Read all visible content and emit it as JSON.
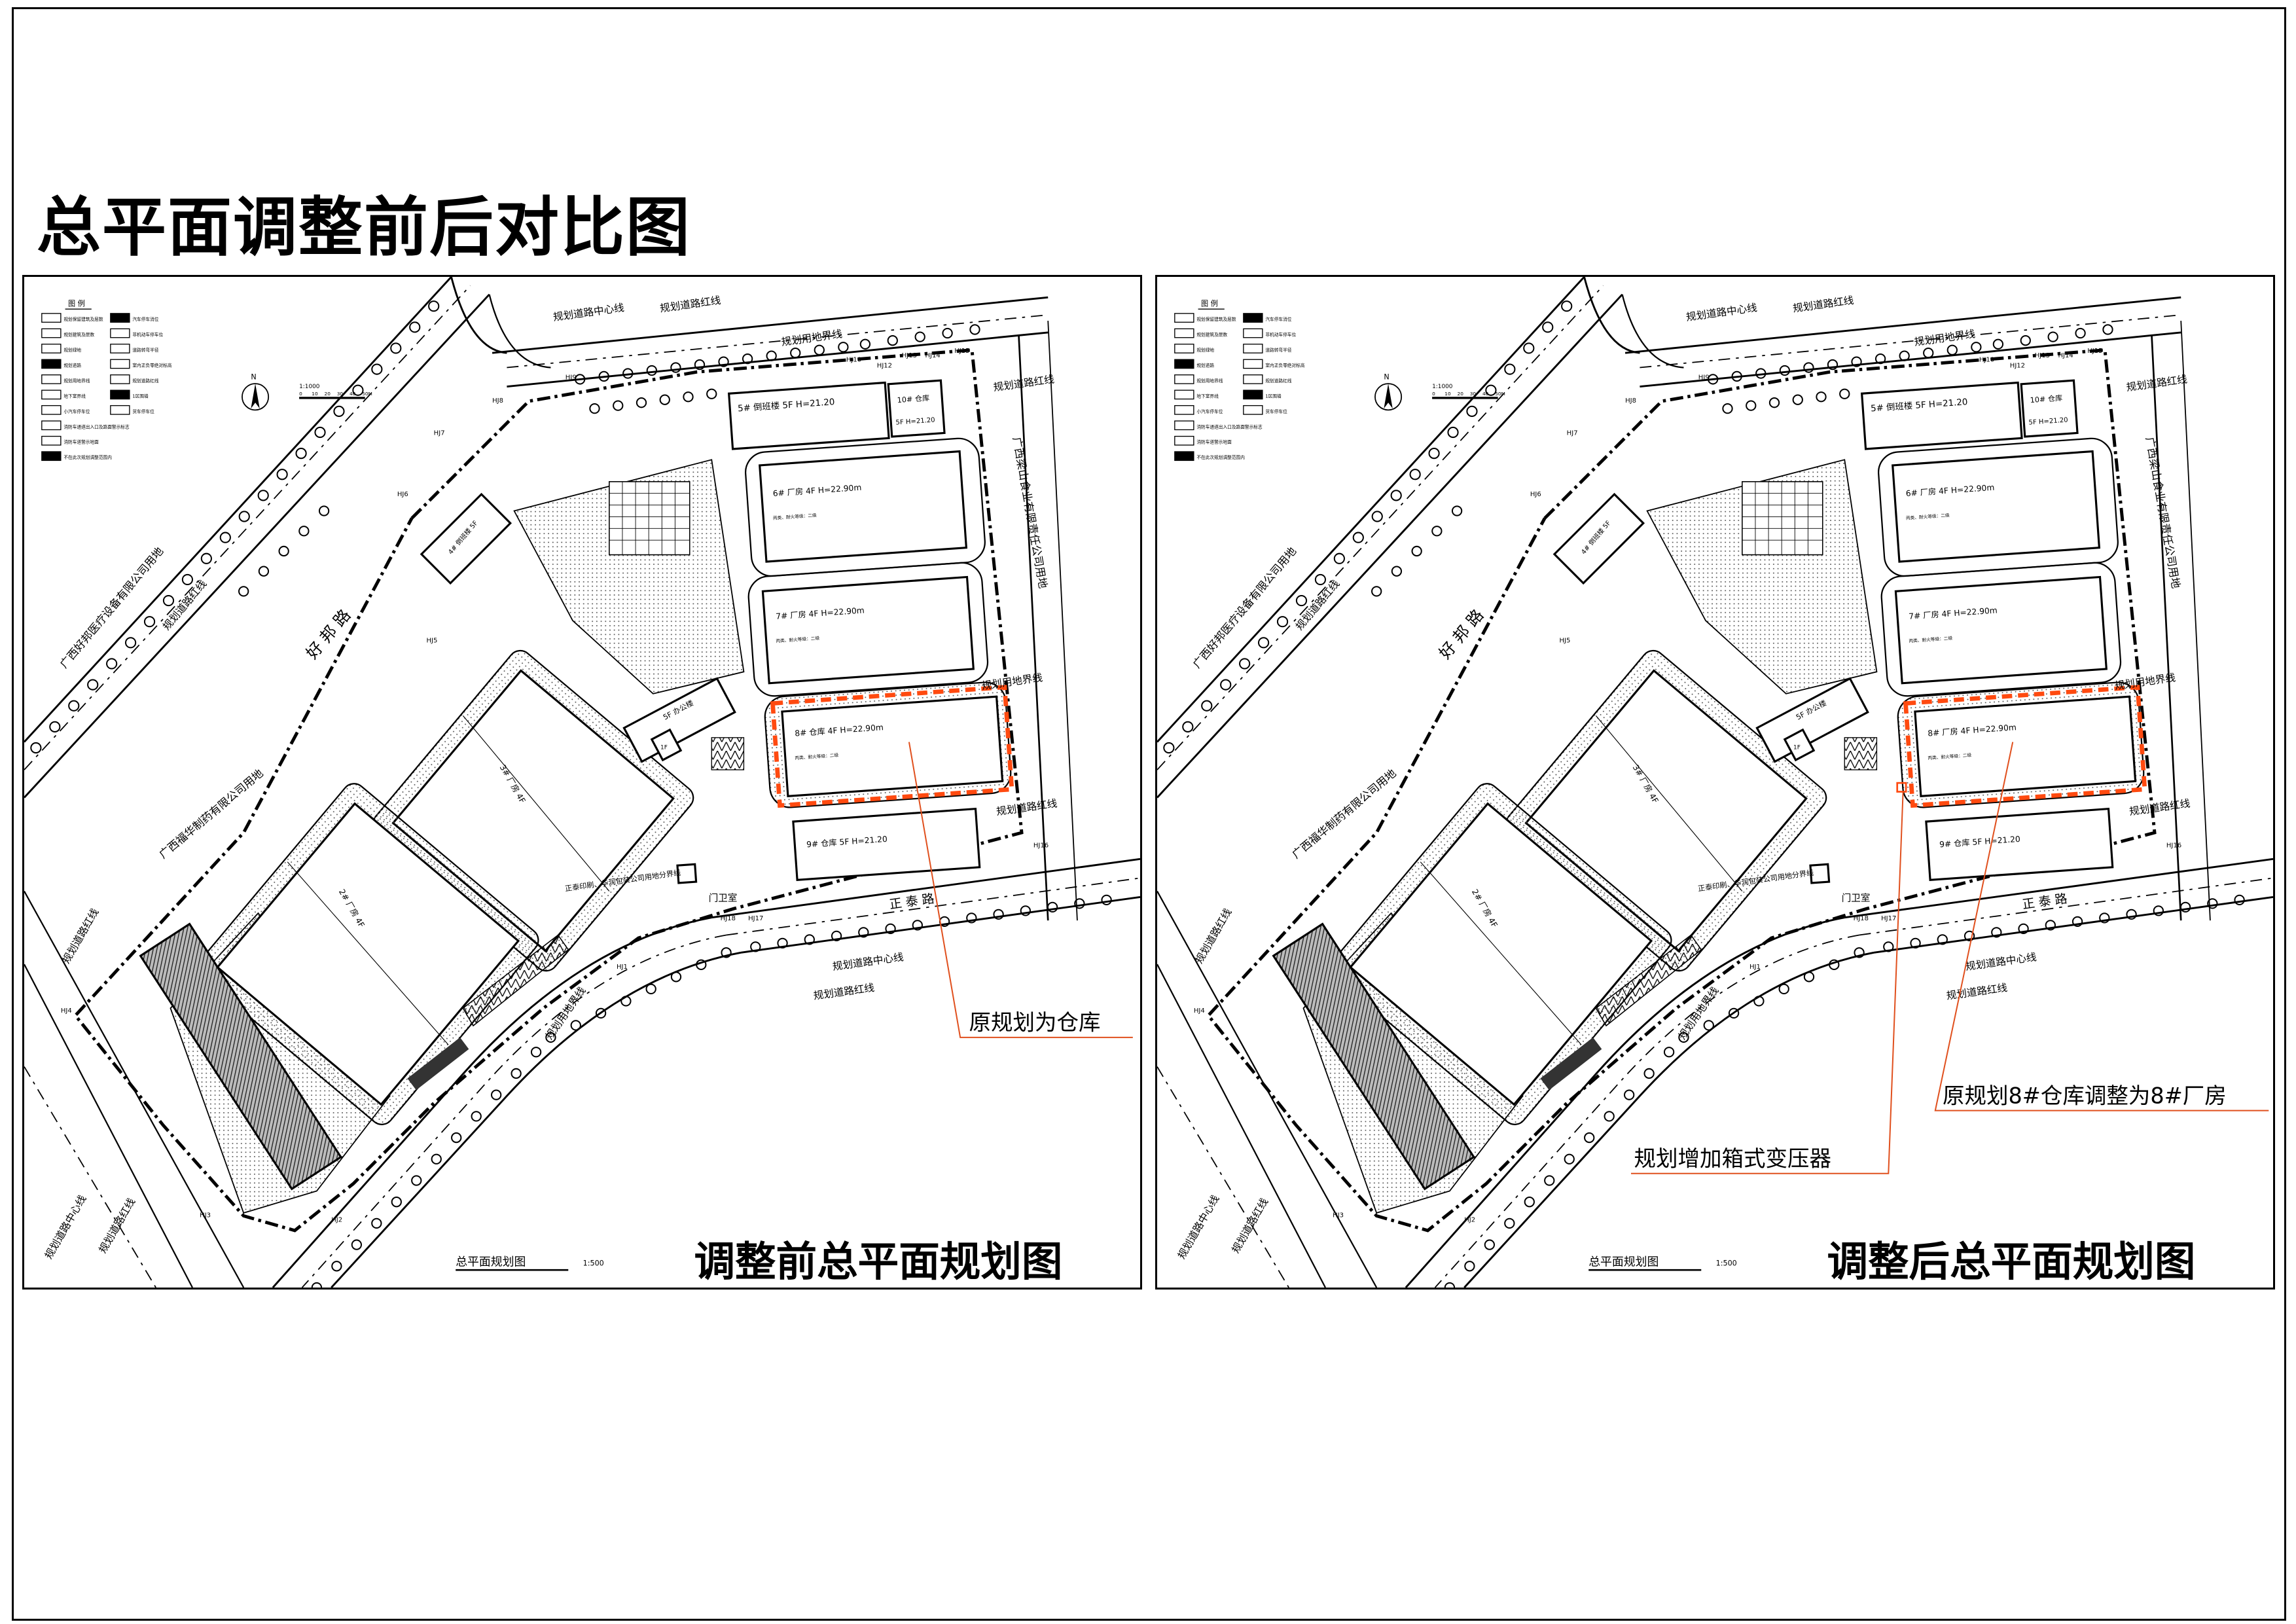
{
  "page_title": "总平面调整前后对比图",
  "legend": {
    "title": "图 例",
    "items": [
      "规划保留建筑及层数",
      "汽车停车消位",
      "规划建筑及层数",
      "非机动车停车位",
      "规划绿地",
      "道路转弯半径",
      "规划道路",
      "室内正负零绝对标高",
      "规划用地界线",
      "规划道路红线",
      "地下室界线",
      "1区围墙",
      "小汽车停车位",
      "货车停车位",
      "消防车通道出入口及路面警示标志",
      "消防车道警示地面",
      "不在此次规划调整范围内"
    ]
  },
  "north": "N",
  "scale_bar": {
    "ratio": "1:1000",
    "ticks": [
      "0",
      "10",
      "20",
      "30",
      "40",
      "50M"
    ]
  },
  "labels": [
    "规划道路中心线",
    "规划道路红线",
    "规划用地界线",
    "规划道路红线",
    "广西梁山食业有限责任公司用地",
    "规划用地界线",
    "规划道路红线",
    "正 泰 路",
    "规划道路中心线",
    "规划道路红线",
    "规划用地界线",
    "广西好邦医疗设备有限公司用地",
    "规划道路红线",
    "好 邦 路",
    "广西福华制药有限公司用地",
    "规划道路红线",
    "规划道路中心线",
    "规划道路红线",
    "正泰印刷、华润包装公司用地分界线",
    "门卫室"
  ],
  "hj_labels": [
    "HJ1",
    "HJ2",
    "HJ3",
    "HJ4",
    "HJ5",
    "HJ6",
    "HJ7",
    "HJ8",
    "HJ9",
    "HJ10",
    "HJ12",
    "HJ13",
    "HJ14",
    "HJ15",
    "HJ16",
    "HJ17",
    "HJ18"
  ],
  "buildings": {
    "b5": "5# 倒班楼 5F H=21.20",
    "b10a": "10# 仓库",
    "b10b": "5F H=21.20",
    "b6": "6# 厂房 4F H=22.90m",
    "b7": "7# 厂房 4F H=22.90m",
    "b9": "9# 仓库 5F H=21.20",
    "b3": "3# 厂房 4F",
    "b2": "2# 厂房 4F",
    "b4": "4# 倒班楼 5F",
    "office": "5F 办公楼",
    "onef": "1F",
    "fire_class": "丙类、耐火等级：二级"
  },
  "panels": [
    {
      "title": "调整前总平面规划图",
      "drawing_name": "总平面规划图",
      "scale": "1:500",
      "building_8": "8# 仓库 4F H=22.90m",
      "annotations": [
        "原规划为仓库"
      ]
    },
    {
      "title": "调整后总平面规划图",
      "drawing_name": "总平面规划图",
      "scale": "1:500",
      "building_8": "8# 厂房 4F H=22.90m",
      "annotations": [
        "规划增加箱式变压器",
        "原规划8#仓库调整为8#厂房"
      ]
    }
  ],
  "colors": {
    "highlight": "#ff4a10",
    "annotation": "#e0501e",
    "ink": "#000000"
  }
}
